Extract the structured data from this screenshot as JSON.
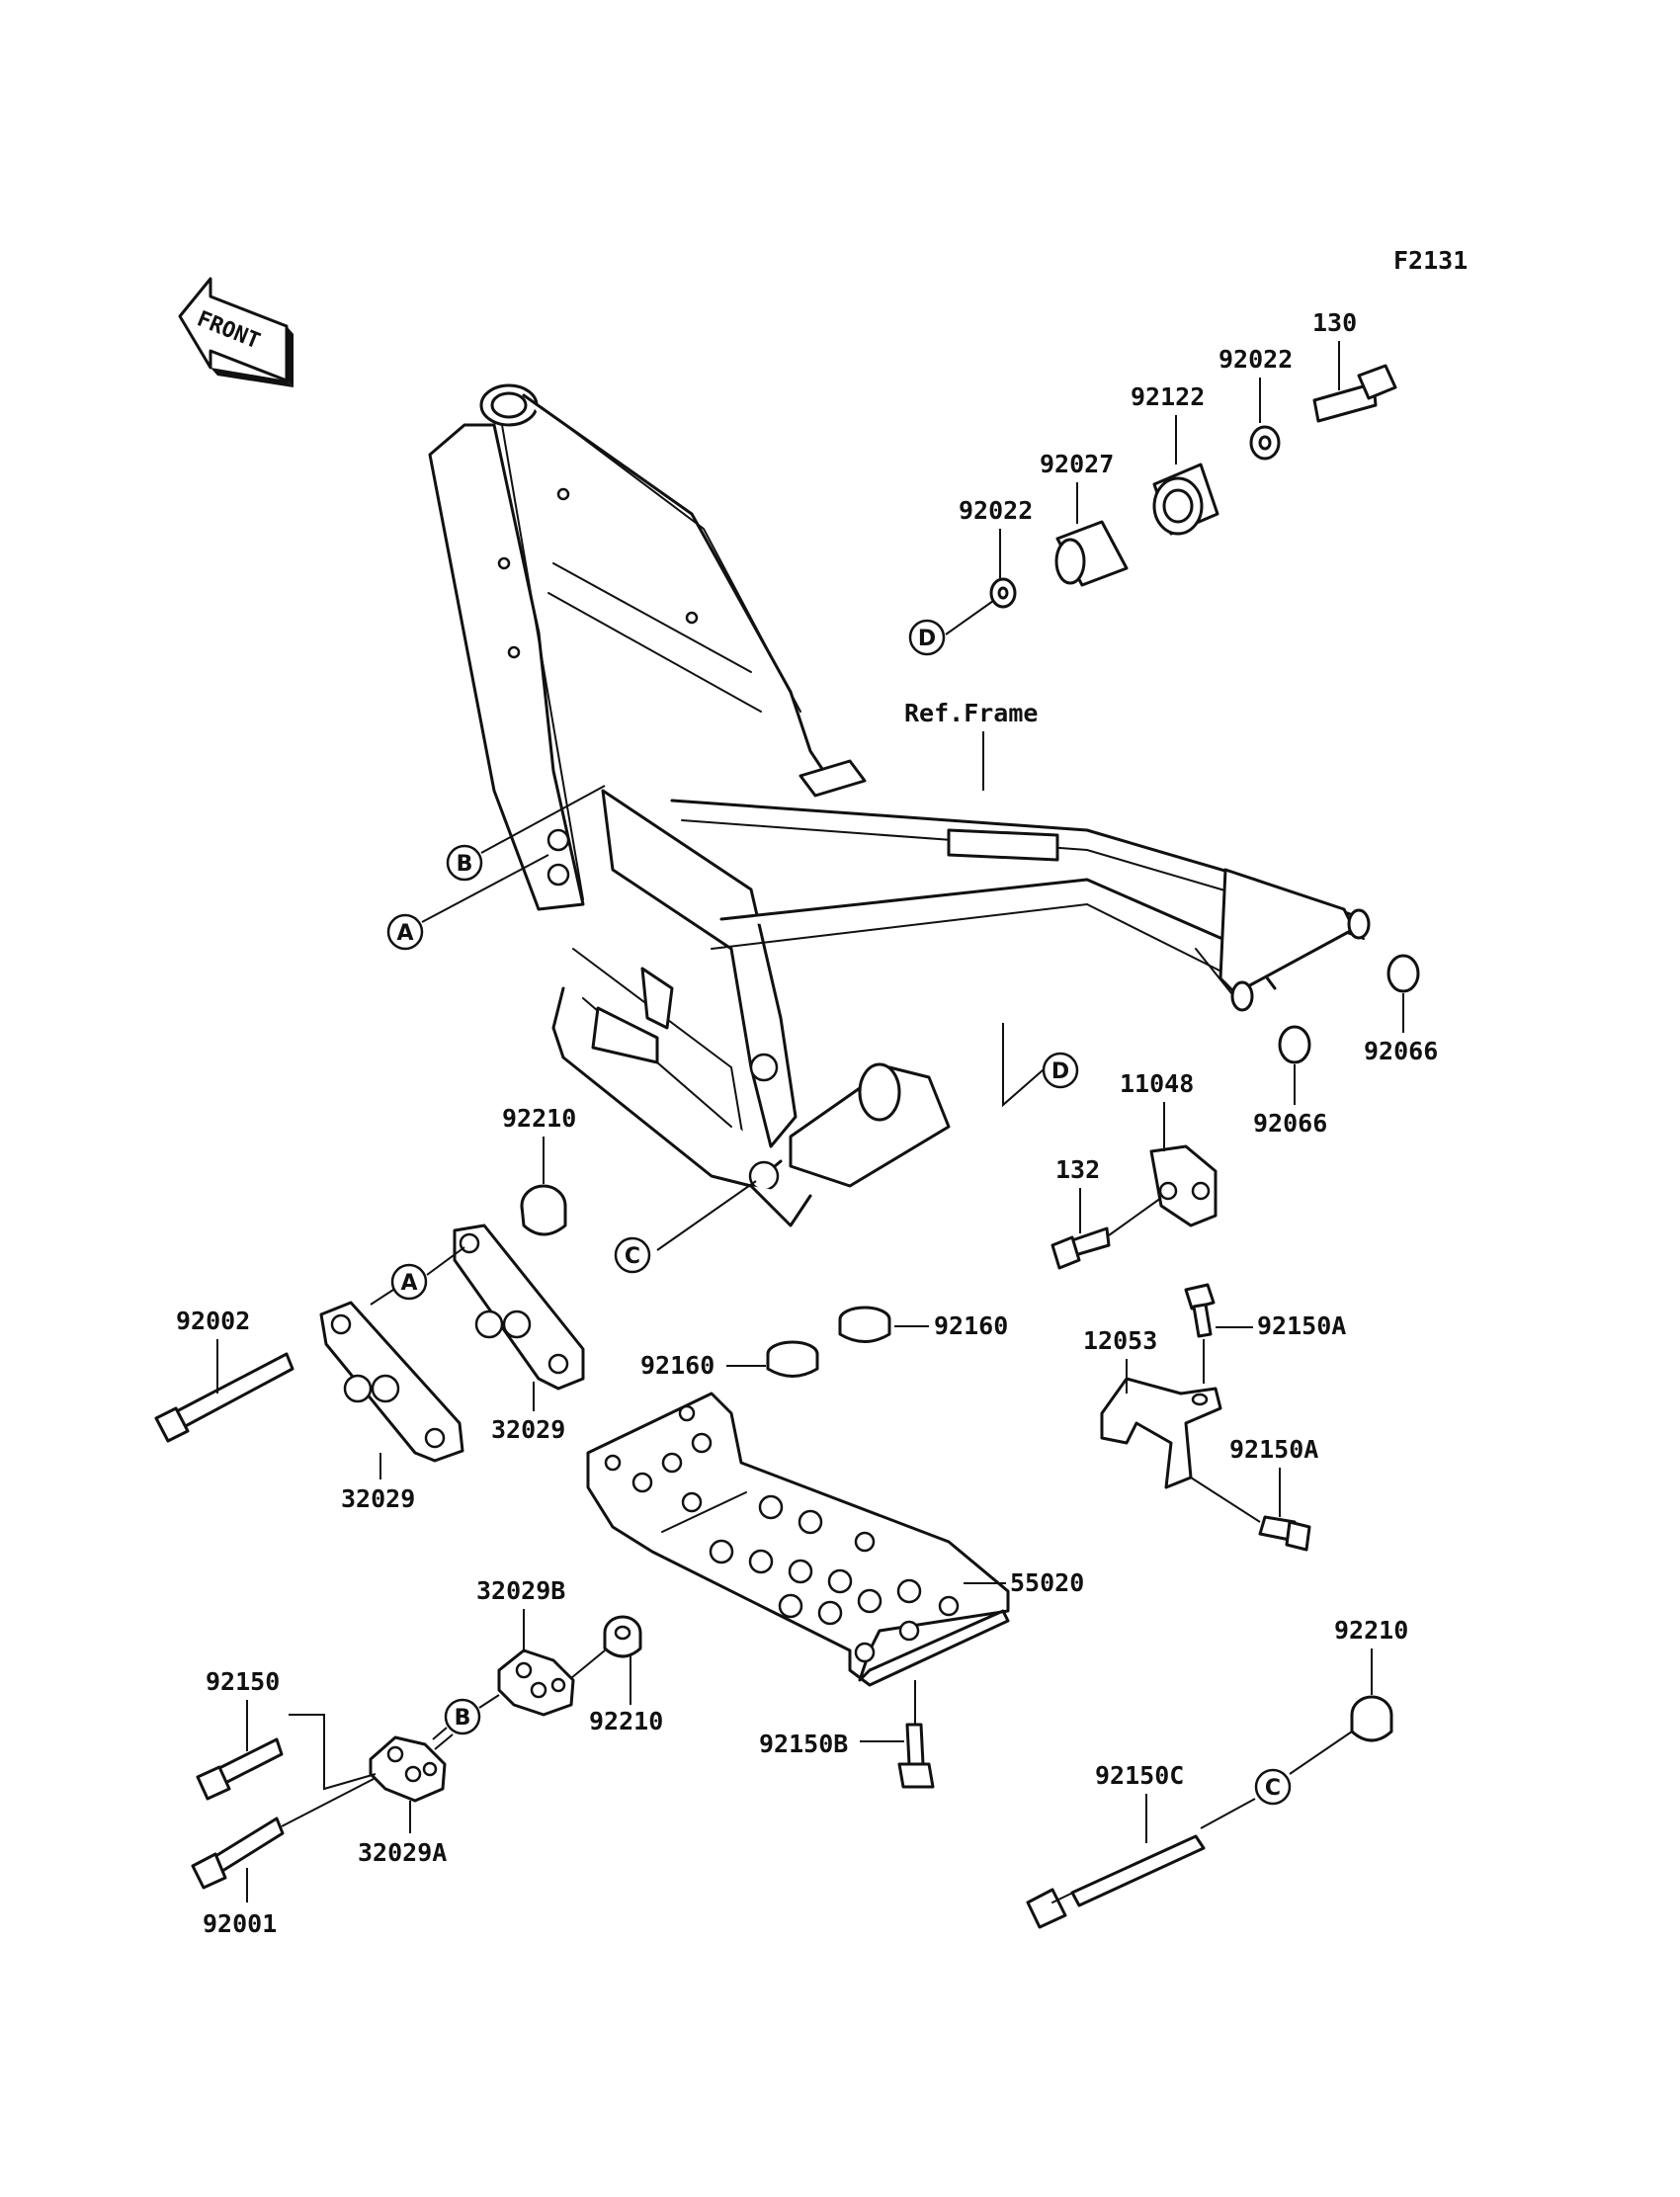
{
  "figure_code": "F2131",
  "front_label": "FRONT",
  "ref_label": "Ref.Frame",
  "parts": {
    "p130": "130",
    "p92022_top": "92022",
    "p92122": "92122",
    "p92027": "92027",
    "p92022_left": "92022",
    "p92066_right": "92066",
    "p92066_mid": "92066",
    "p11048": "11048",
    "p132": "132",
    "p92210_top": "92210",
    "p92002": "92002",
    "p32029_left": "32029",
    "p32029_right": "32029",
    "p92160_right": "92160",
    "p92160_left": "92160",
    "p92150A_top": "92150A",
    "p12053": "12053",
    "p92150A_bot": "92150A",
    "p55020": "55020",
    "p32029B": "32029B",
    "p92210_mid": "92210",
    "p92150": "92150",
    "p32029A": "32029A",
    "p92001": "92001",
    "p92150B": "92150B",
    "p92210_right": "92210",
    "p92150C": "92150C"
  },
  "refs": {
    "A": "A",
    "B": "B",
    "C": "C",
    "D": "D"
  }
}
